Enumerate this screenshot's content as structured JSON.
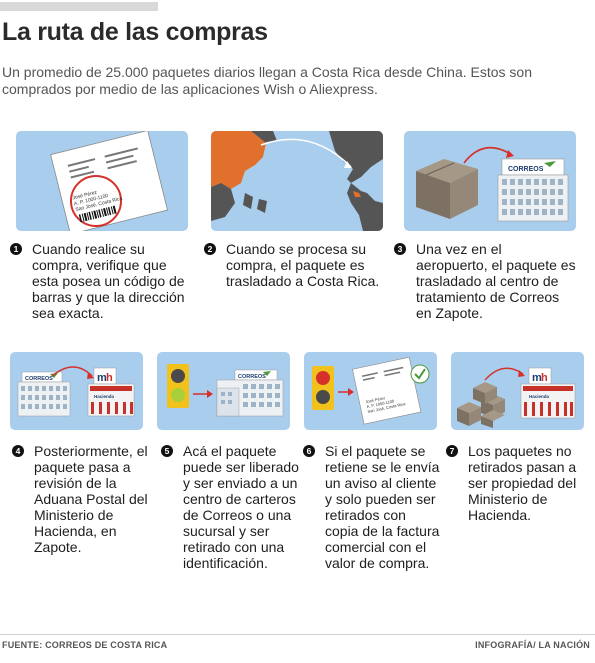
{
  "header": {
    "title": "La ruta de las compras",
    "subtitle": "Un promedio de 25.000 paquetes diarios llegan a Costa Rica desde China. Estos son comprados por medio de las aplicaciones Wish o Aliexpress."
  },
  "labels": {
    "correos": "CORREOS",
    "hacienda": "Hacienda",
    "address_line1": "José Pérez",
    "address_line2": "A. P. 1000-1100",
    "address_line3": "San José, Costa Rica"
  },
  "steps": [
    {
      "number": "1",
      "text": "Cuando realice su compra, verifique que esta posea un código de barras y que la dirección sea exacta."
    },
    {
      "number": "2",
      "text": "Cuando se procesa su compra, el paquete es trasladado a Costa Rica."
    },
    {
      "number": "3",
      "text": "Una vez en el aeropuerto, el paquete es trasladado al centro de tratamiento de Correos en Zapote."
    },
    {
      "number": "4",
      "text": "Posteriormente, el paquete pasa a revisión de la Aduana Postal del Ministerio de Hacienda, en Zapote."
    },
    {
      "number": "5",
      "text": "Acá el paquete puede ser liberado y ser enviado a un centro de carteros de Correos o una sucursal y ser retirado con una identificación."
    },
    {
      "number": "6",
      "text": "Si el paquete se retiene se le envía un aviso al cliente y solo pueden ser retirados con copia de la factura comercial con el valor de compra."
    },
    {
      "number": "7",
      "text": "Los paquetes no retirados pasan a ser propiedad del Ministerio de Hacienda."
    }
  ],
  "footer": {
    "source": "FUENTE: CORREOS DE COSTA RICA",
    "credit": "INFOGRAFÍA/ LA NACIÓN"
  },
  "colors": {
    "panel_bg": "#a9cdec",
    "arrow": "#d7302a",
    "china": "#e0702c",
    "box": "#8a7d6e",
    "correos_green": "#4a9a3c",
    "hacienda_red": "#c8302a"
  }
}
